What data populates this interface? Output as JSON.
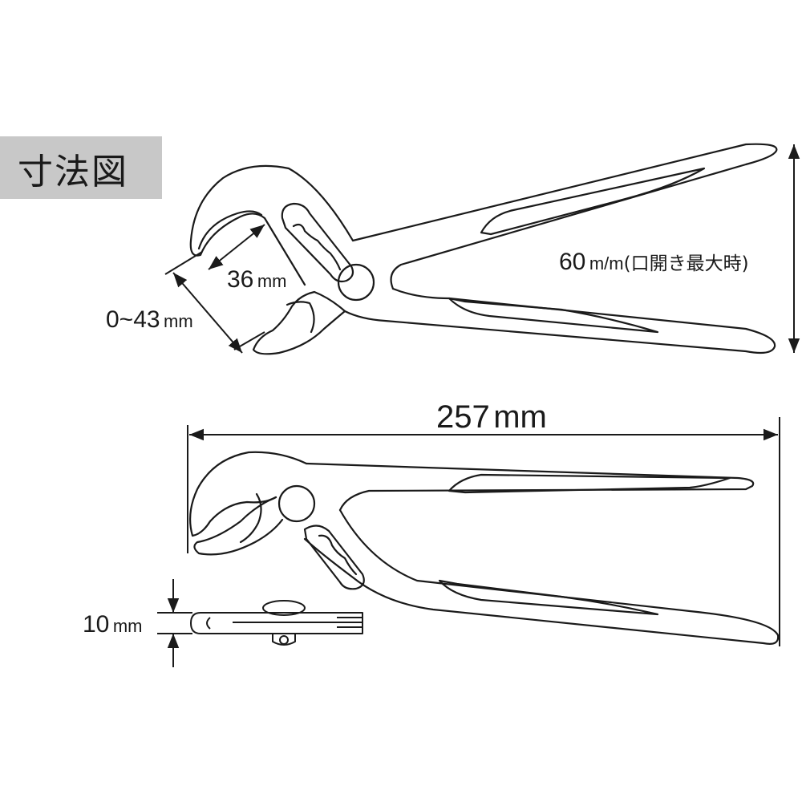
{
  "title": "寸法図",
  "dimensions": {
    "jaw_inner": {
      "value": "36",
      "unit": "mm"
    },
    "jaw_opening": {
      "value": "0~43",
      "unit": "mm"
    },
    "handle_opening": {
      "value": "60",
      "unit": "m/m",
      "note": "(口開き最大時)"
    },
    "overall_length": {
      "value": "257",
      "unit": "mm"
    },
    "thickness": {
      "value": "10",
      "unit": "mm"
    }
  },
  "colors": {
    "line": "#1a1a1a",
    "title_bg": "#c8c8c8",
    "background": "#ffffff"
  }
}
